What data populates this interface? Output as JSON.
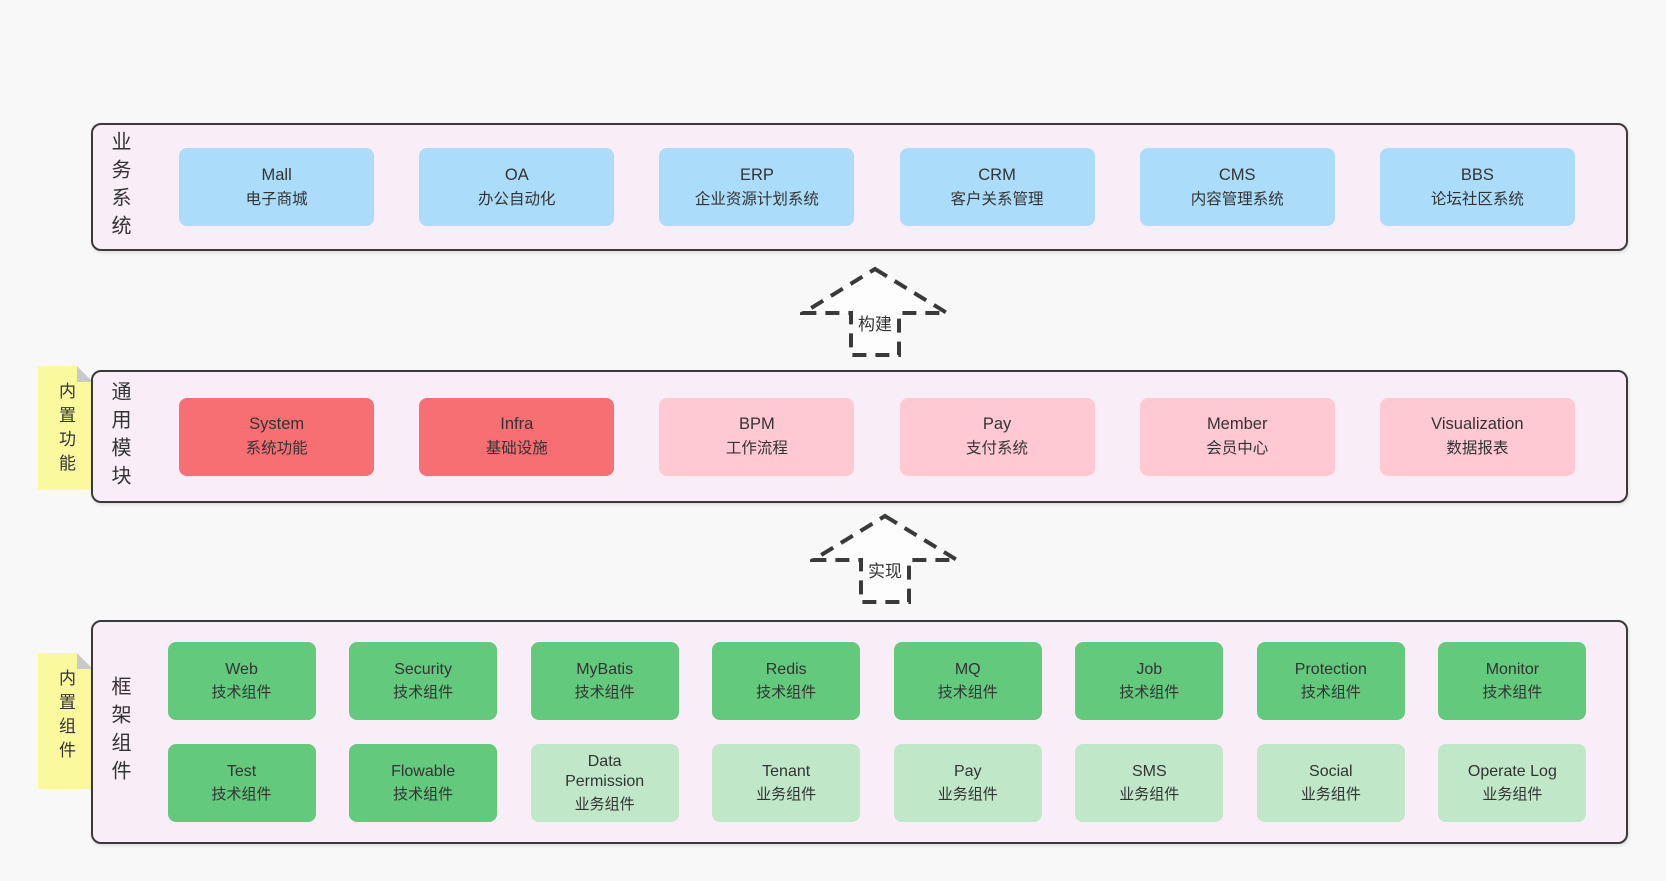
{
  "colors": {
    "page_bg": "#f8f8f8",
    "band_bg": "#f9edf7",
    "band_border": "#3a3a3a",
    "blue": "#abdcfa",
    "red": "#f76e73",
    "pink": "#ffc9d3",
    "green": "#63c97d",
    "light_green": "#bfe7c8",
    "sticky_yellow": "#fbf99e",
    "sticky_fold": "#c9c9c9",
    "text": "#333333"
  },
  "stickies": {
    "features": {
      "label": "内置功能"
    },
    "components": {
      "label": "内置组件"
    }
  },
  "arrows": {
    "build": {
      "label": "构建"
    },
    "implement": {
      "label": "实现"
    }
  },
  "bands": {
    "business": {
      "label": "业务系统",
      "items": [
        {
          "name": "Mall",
          "desc": "电子商城"
        },
        {
          "name": "OA",
          "desc": "办公自动化"
        },
        {
          "name": "ERP",
          "desc": "企业资源计划系统"
        },
        {
          "name": "CRM",
          "desc": "客户关系管理"
        },
        {
          "name": "CMS",
          "desc": "内容管理系统"
        },
        {
          "name": "BBS",
          "desc": "论坛社区系统"
        }
      ]
    },
    "modules": {
      "label": "通用模块",
      "items": [
        {
          "name": "System",
          "desc": "系统功能"
        },
        {
          "name": "Infra",
          "desc": "基础设施"
        },
        {
          "name": "BPM",
          "desc": "工作流程"
        },
        {
          "name": "Pay",
          "desc": "支付系统"
        },
        {
          "name": "Member",
          "desc": "会员中心"
        },
        {
          "name": "Visualization",
          "desc": "数据报表"
        }
      ]
    },
    "framework": {
      "label": "框架组件",
      "row1": [
        {
          "name": "Web",
          "desc": "技术组件"
        },
        {
          "name": "Security",
          "desc": "技术组件"
        },
        {
          "name": "MyBatis",
          "desc": "技术组件"
        },
        {
          "name": "Redis",
          "desc": "技术组件"
        },
        {
          "name": "MQ",
          "desc": "技术组件"
        },
        {
          "name": "Job",
          "desc": "技术组件"
        },
        {
          "name": "Protection",
          "desc": "技术组件"
        },
        {
          "name": "Monitor",
          "desc": "技术组件"
        }
      ],
      "row2": [
        {
          "name": "Test",
          "desc": "技术组件"
        },
        {
          "name": "Flowable",
          "desc": "技术组件"
        },
        {
          "name": "Data Permission",
          "desc": "业务组件"
        },
        {
          "name": "Tenant",
          "desc": "业务组件"
        },
        {
          "name": "Pay",
          "desc": "业务组件"
        },
        {
          "name": "SMS",
          "desc": "业务组件"
        },
        {
          "name": "Social",
          "desc": "业务组件"
        },
        {
          "name": "Operate Log",
          "desc": "业务组件"
        }
      ]
    }
  }
}
